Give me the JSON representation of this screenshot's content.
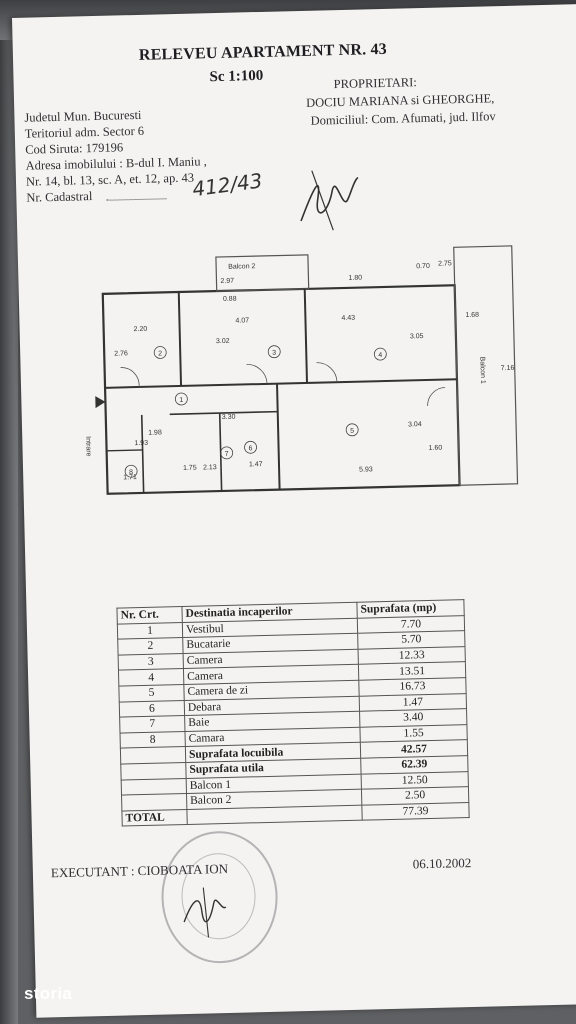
{
  "header": {
    "title": "RELEVEU APARTAMENT NR. 43",
    "scale": "Sc  1:100",
    "owners_label": "PROPRIETARI:",
    "owners": "DOCIU MARIANA si GHEORGHE,",
    "domicile": "Domiciliul: Com. Afumati, jud. Ilfov",
    "judet": "Judetul   Mun. Bucuresti",
    "teritoriu": "Teritoriul adm. Sector 6",
    "cod_siruta": "Cod Siruta:   179196",
    "adresa": "Adresa imobilului : B-dul I. Maniu ,",
    "adresa2": "Nr. 14, bl. 13, sc. A, et. 12, ap. 43",
    "cadastral": "Nr. Cadastral",
    "handwritten_number": "412/43"
  },
  "plan_labels": {
    "balcon2": "Balcon 2",
    "balcon1": "Balcon 1",
    "intrare": "Intrare",
    "dims": {
      "d1": "2.97",
      "d2": "0.88",
      "d3": "1.80",
      "d4": "0.70",
      "d5": "2.75",
      "d6": "4.07",
      "d7": "4.43",
      "d8": "3.02",
      "d9": "3.05",
      "d10": "2.76",
      "d11": "2.20",
      "d12": "1.68",
      "d13": "7.16",
      "d14": "3.30",
      "d15": "3.04",
      "d16": "5.93",
      "d17": "1.98",
      "d18": "1.93",
      "d19": "1.75",
      "d20": "2.13",
      "d21": "1.47",
      "d22": "1.71",
      "d23": "1.60"
    },
    "room_numbers": [
      "1",
      "2",
      "3",
      "4",
      "5",
      "6",
      "7",
      "8"
    ]
  },
  "table": {
    "headers": [
      "Nr. Crt.",
      "Destinatia incaperilor",
      "Suprafata (mp)"
    ],
    "rows": [
      {
        "nr": "1",
        "name": "Vestibul",
        "area": "7.70"
      },
      {
        "nr": "2",
        "name": "Bucatarie",
        "area": "5.70"
      },
      {
        "nr": "3",
        "name": "Camera",
        "area": "12.33"
      },
      {
        "nr": "4",
        "name": "Camera",
        "area": "13.51"
      },
      {
        "nr": "5",
        "name": "Camera de zi",
        "area": "16.73"
      },
      {
        "nr": "6",
        "name": "Debara",
        "area": "1.47"
      },
      {
        "nr": "7",
        "name": "Baie",
        "area": "3.40"
      },
      {
        "nr": "8",
        "name": "Camara",
        "area": "1.55"
      }
    ],
    "suprafata_locuibila_label": "Suprafata locuibila",
    "suprafata_locuibila": "42.57",
    "suprafata_utila_label": "Suprafata utila",
    "suprafata_utila": "62.39",
    "balcon1_label": "Balcon 1",
    "balcon1": "12.50",
    "balcon2_label": "Balcon 2",
    "balcon2": "2.50",
    "total_label": "TOTAL",
    "total": "77.39"
  },
  "footer": {
    "executant": "EXECUTANT : CIOBOATA  ION",
    "date": "06.10.2002"
  },
  "watermark": {
    "logo": "storia"
  }
}
